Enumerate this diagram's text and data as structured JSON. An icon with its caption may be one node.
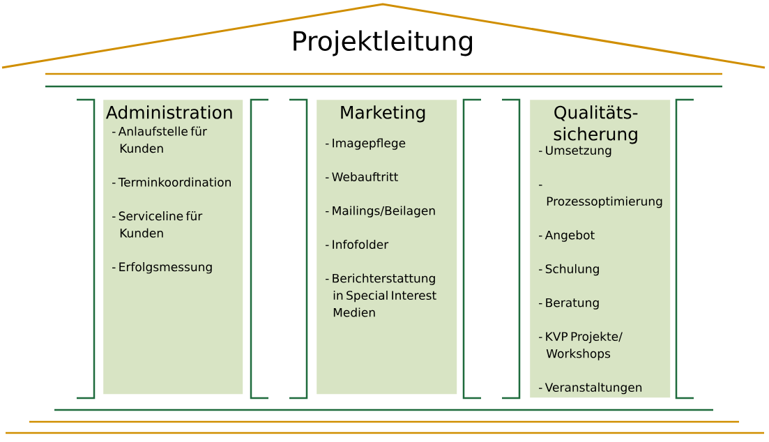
{
  "diagram": {
    "nodes": [
      {
        "text": [
          "Projektleitung"
        ]
      },
      {
        "text": [
          "Administration",
          "- Anlaufstelle für Kunden",
          "- Terminkoordination",
          "- Serviceline für Kunden",
          "- Erfolgsmessung"
        ]
      },
      {
        "text": [
          "Marketing",
          "- Imagepflege",
          "- Webauftritt",
          "- Mailings/Beilagen",
          "- Infofolder",
          "- Berichterstattung in Special Interest Medien"
        ]
      },
      {
        "text": [
          "Qualitäts- sicherung",
          "- Umsetzung",
          "- Prozessoptimierung",
          "- Angebot",
          "- Schulung",
          "- Beratung",
          "- KVP Projekte/ Workshops",
          "- Veranstaltungen"
        ]
      }
    ]
  }
}
